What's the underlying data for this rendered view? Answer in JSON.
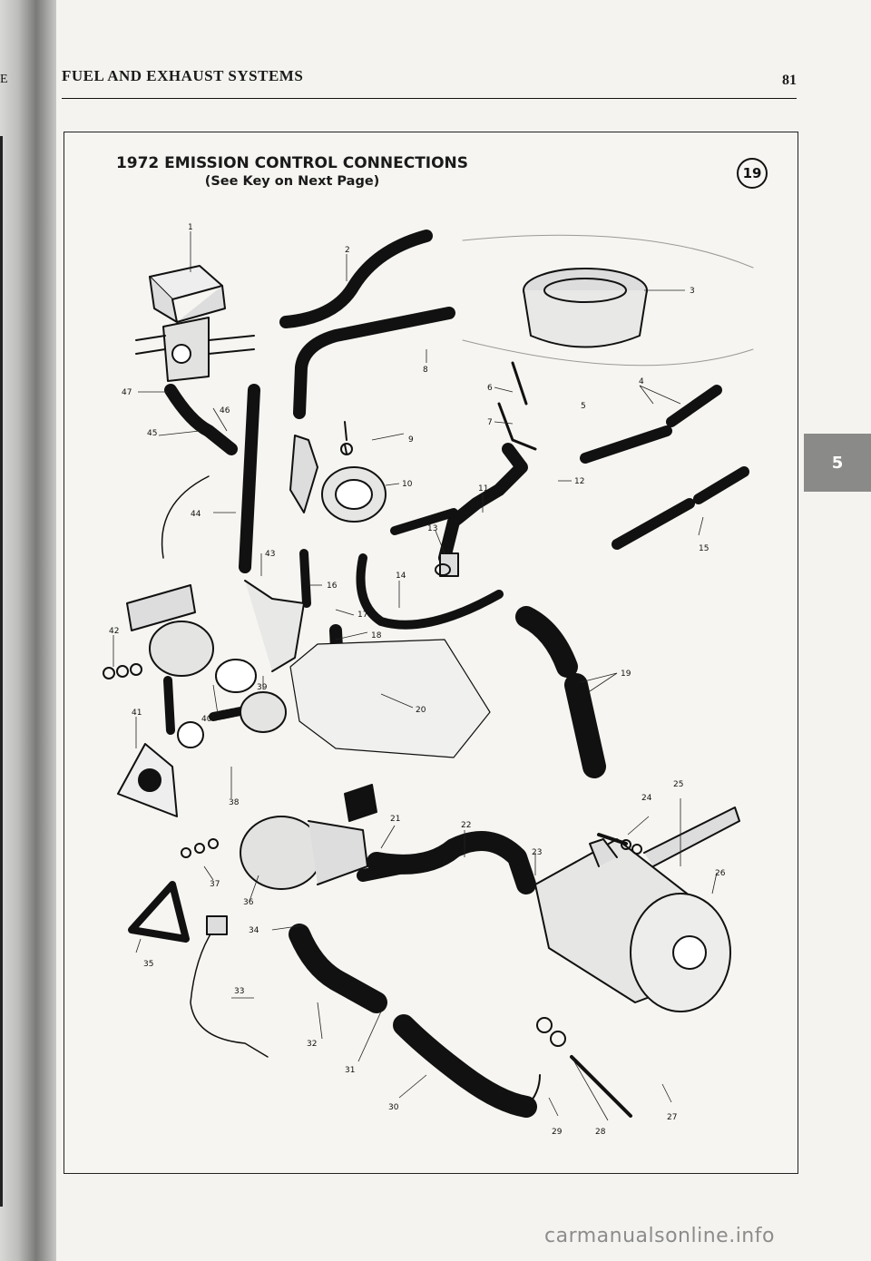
{
  "page": {
    "left_edge_char": "E",
    "section_title": "FUEL AND EXHAUST SYSTEMS",
    "page_number": "81",
    "tab_label": "5",
    "watermark": "carmanualsonline.info"
  },
  "figure": {
    "title": "1972 EMISSION CONTROL CONNECTIONS",
    "subtitle": "(See Key on Next Page)",
    "badge": "19",
    "part_numbers": [
      "1",
      "2",
      "3",
      "4",
      "5",
      "6",
      "7",
      "8",
      "9",
      "10",
      "11",
      "12",
      "13",
      "14",
      "15",
      "16",
      "17",
      "18",
      "19",
      "20",
      "21",
      "22",
      "23",
      "24",
      "25",
      "26",
      "27",
      "28",
      "29",
      "30",
      "31",
      "32",
      "33",
      "34",
      "35",
      "36",
      "37",
      "38",
      "39",
      "40",
      "41",
      "42",
      "43",
      "44",
      "45",
      "46",
      "47"
    ]
  },
  "colors": {
    "ink": "#111111",
    "paper": "#f6f5f1",
    "tab": "#8a8a88"
  }
}
